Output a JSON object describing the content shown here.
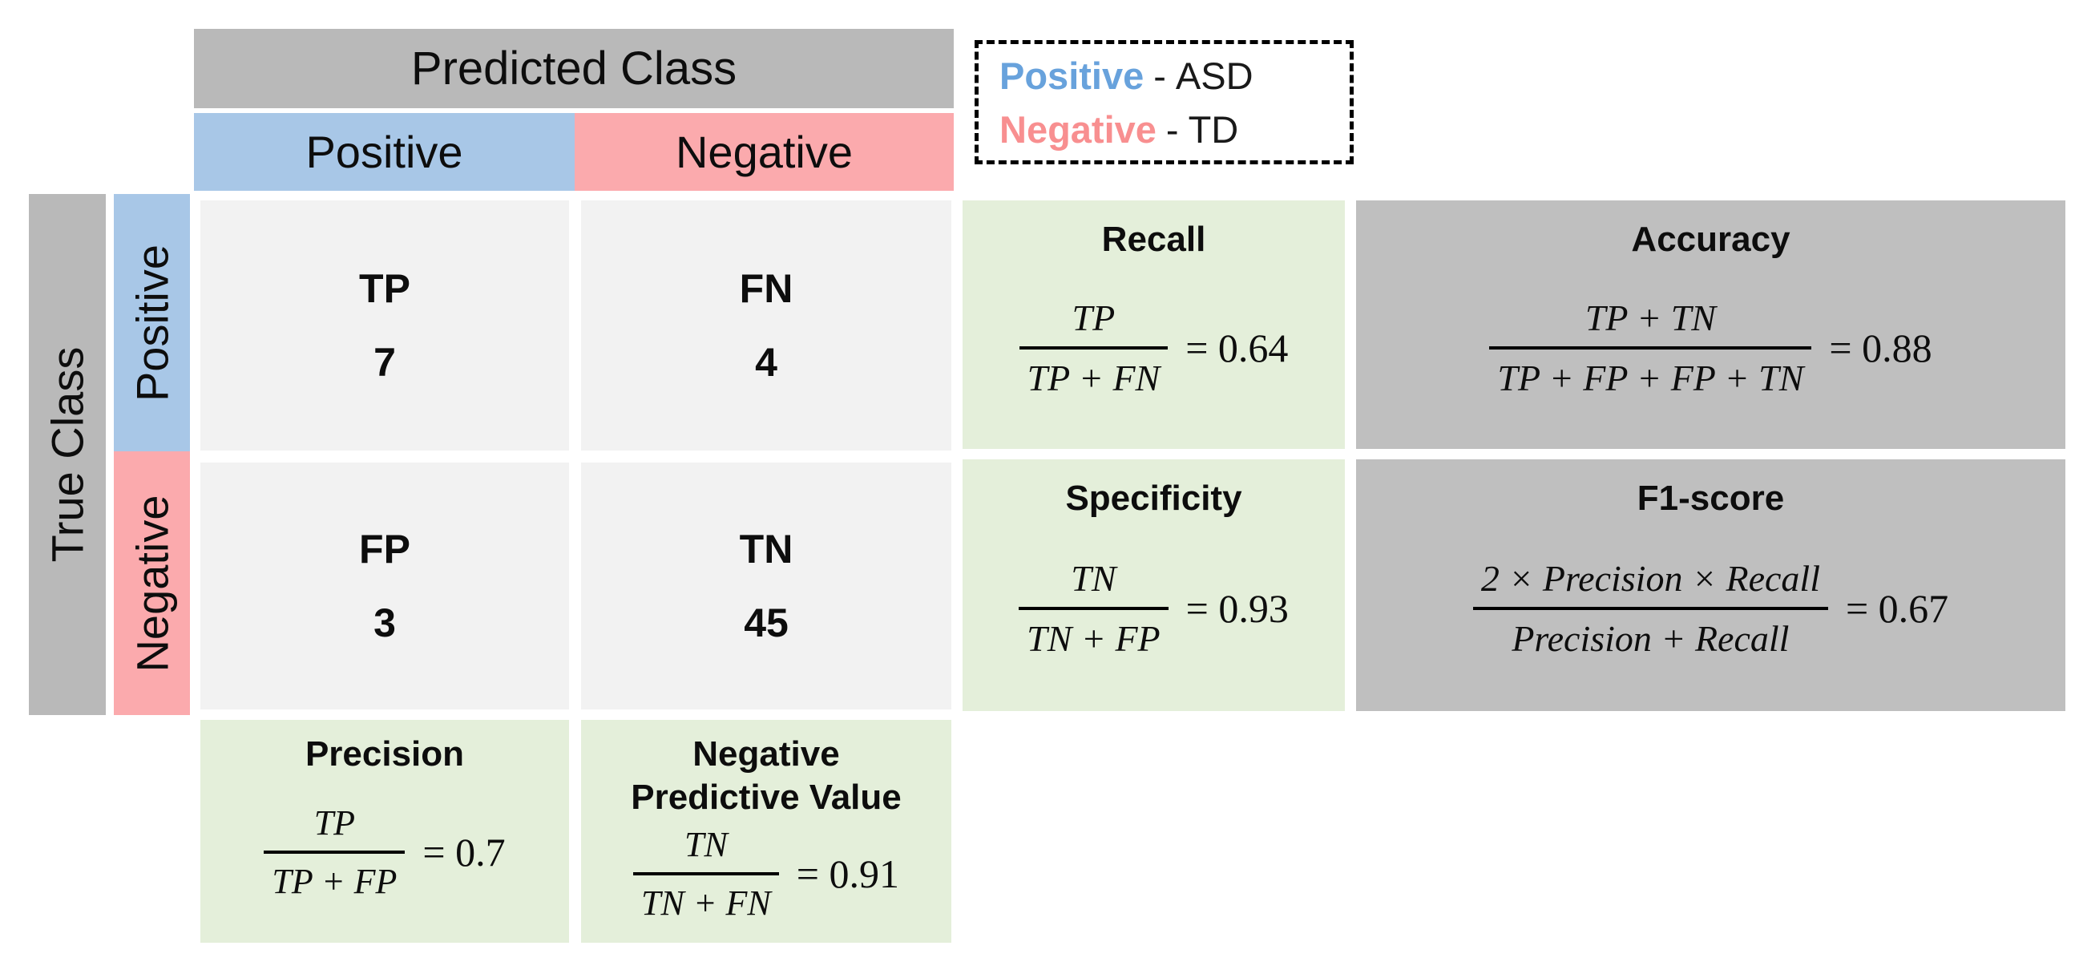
{
  "colors": {
    "header_gray": "#b9b9b9",
    "metric_gray": "#bfbfbf",
    "blue_band": "#a8c7e7",
    "pink_band": "#fbaaad",
    "blue_text": "#68a2dc",
    "pink_text": "#f88f90",
    "cell_gray": "#f2f2f2",
    "green_cell": "#e4efda"
  },
  "headers": {
    "predicted_class": "Predicted Class",
    "true_class": "True Class",
    "col_positive": "Positive",
    "col_negative": "Negative",
    "row_positive": "Positive",
    "row_negative": "Negative"
  },
  "legend": {
    "positive_label": "Positive",
    "positive_dash": "-",
    "positive_value": "ASD",
    "negative_label": "Negative",
    "negative_dash": "-",
    "negative_value": "TD"
  },
  "matrix": {
    "tp": {
      "label": "TP",
      "value": "7"
    },
    "fn": {
      "label": "FN",
      "value": "4"
    },
    "fp": {
      "label": "FP",
      "value": "3"
    },
    "tn": {
      "label": "TN",
      "value": "45"
    }
  },
  "metrics": {
    "recall": {
      "title": "Recall",
      "numerator": "TP",
      "denominator": "TP + FN",
      "equals": "= 0.64"
    },
    "accuracy": {
      "title": "Accuracy",
      "numerator": "TP + TN",
      "denominator": "TP + FP + FP + TN",
      "equals": "= 0.88"
    },
    "specificity": {
      "title": "Specificity",
      "numerator": "TN",
      "denominator": "TN + FP",
      "equals": "= 0.93"
    },
    "f1": {
      "title": "F1-score",
      "numerator": "2 × Precision × Recall",
      "denominator": "Precision + Recall",
      "equals": "= 0.67"
    },
    "precision": {
      "title": "Precision",
      "numerator": "TP",
      "denominator": "TP + FP",
      "equals": "= 0.7"
    },
    "npv": {
      "title": "Negative Predictive Value",
      "numerator": "TN",
      "denominator": "TN + FN",
      "equals": "= 0.91"
    }
  }
}
